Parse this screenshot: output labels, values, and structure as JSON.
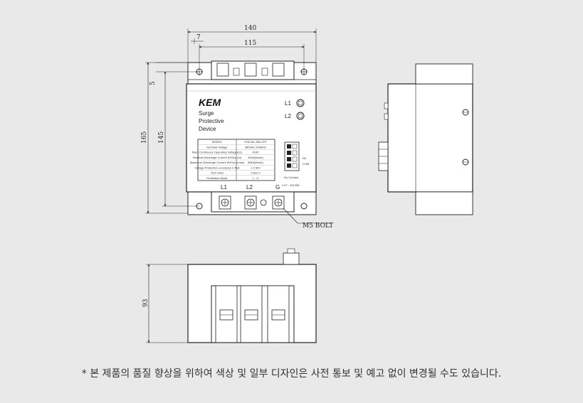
{
  "dimensions": {
    "overall_width": "140",
    "hole_spacing": "115",
    "hole_offset": "7",
    "top_offset": "5",
    "overall_height": "165",
    "inner_height": "145",
    "depth": "93"
  },
  "device": {
    "brand": "KEM",
    "name_lines": [
      "Surge",
      "Protective",
      "Device"
    ],
    "indicators": [
      "L1",
      "L2"
    ],
    "terminals": [
      "L1",
      "L2",
      "G"
    ],
    "bolt_label": "M5 BOLT",
    "lot_label": "LOT : 151205",
    "spec_rows": [
      [
        "MODEL",
        "KSD-B1-380-1TP"
      ],
      [
        "Nominal Voltage",
        "380VAC 50/60Hz"
      ],
      [
        "Max. Continuous Operating Voltage(Uc)",
        "418V"
      ],
      [
        "Nominal Discharge Current 8/20us (In)",
        "40kA(Mode)"
      ],
      [
        "Maximum Discharge Current 8/20us (Imax)",
        "80kA(Mode)"
      ],
      [
        "Voltage Protection Level(Up) In 5kA",
        "≤ 2.5kV"
      ],
      [
        "Test Class",
        "Class II"
      ],
      [
        "Protection Mode",
        "L - G"
      ]
    ],
    "contact_labels": [
      "NC",
      "COM"
    ],
    "contact_caption": "No Contact"
  },
  "footnote": "* 본 제품의 품질 향상을 위하여 색상 및 일부 디자인은 사전 통보 및 예고 없이 변경될 수도 있습니다."
}
